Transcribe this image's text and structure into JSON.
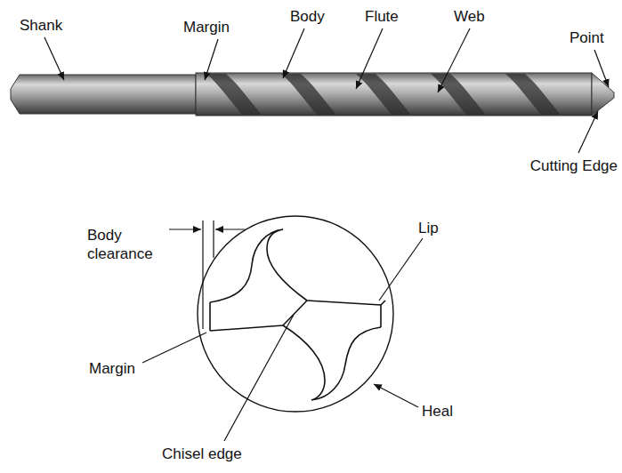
{
  "diagram": {
    "labels": [
      "Shank",
      "Margin",
      "Body",
      "Flute",
      "Web",
      "Point",
      "Cutting Edge",
      "Body clearance",
      "Lip",
      "Margin",
      "Chisel edge",
      "Heal"
    ]
  }
}
